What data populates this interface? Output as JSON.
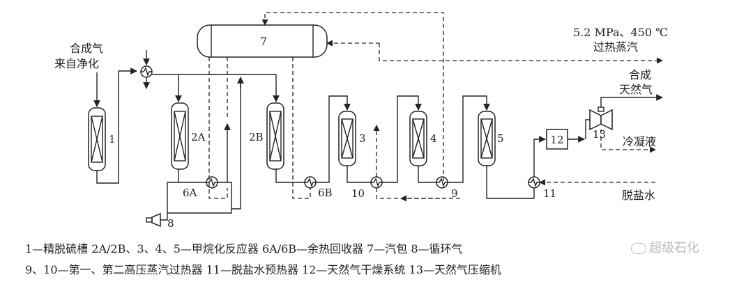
{
  "diagram": {
    "labels": {
      "feed_line1": "合成气",
      "feed_line2": "来自净化",
      "drum": "7",
      "r1": "1",
      "r2a": "2A",
      "r2b": "2B",
      "r3": "3",
      "r4": "4",
      "r5": "5",
      "hx6a": "6A",
      "hx6b": "6B",
      "hx10": "10",
      "hx9": "9",
      "hx11": "11",
      "dryer": "12",
      "compressor": "13",
      "pump": "8",
      "steam_line1": "5.2 MPa、450 ℃",
      "steam_line2": "过热蒸汽",
      "product_line1": "合成",
      "product_line2": "天然气",
      "condensate": "冷凝液",
      "water": "脱盐水"
    }
  },
  "legend": {
    "line1": "1—精脱硫槽    2A/2B、3、4、5—甲烷化反应器    6A/6B—余热回收器    7—汽包    8—循环气",
    "line2": "9、10—第一、第二高压蒸汽过热器    11—脱盐水预热器    12—天然气干燥系统    13—天然气压缩机"
  },
  "watermark": {
    "text": "超级石化"
  },
  "colors": {
    "line": "#222222",
    "background": "#ffffff"
  }
}
